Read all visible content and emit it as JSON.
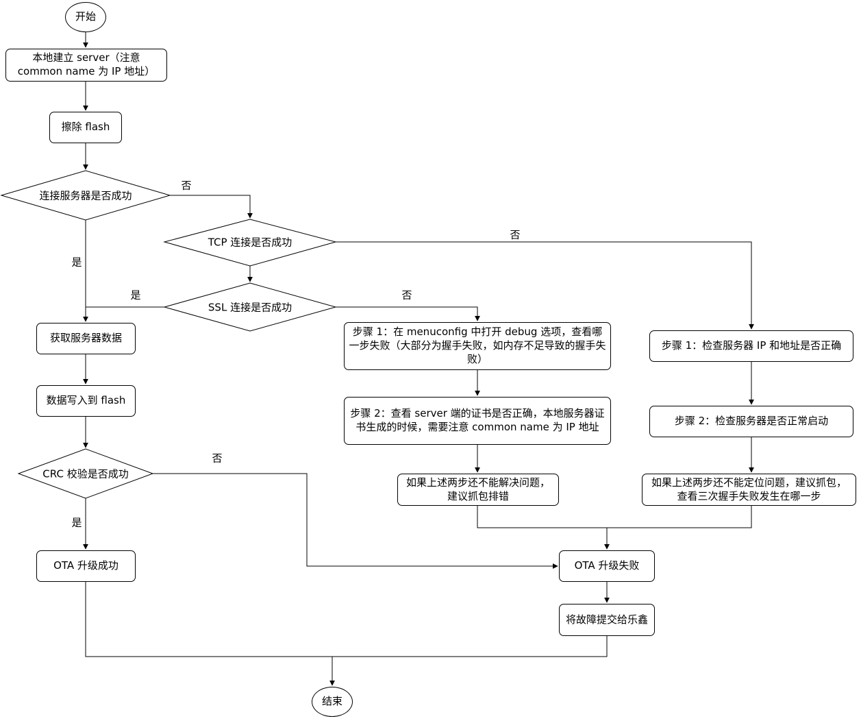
{
  "diagram": {
    "colors": {
      "stroke": "#000000",
      "node_fill": "#ffffff",
      "background": "#ffffff"
    },
    "nodes": {
      "start": {
        "label": "开始",
        "type": "terminal"
      },
      "build_server": {
        "label": "本地建立 server（注意 common name 为 IP 地址）",
        "type": "process"
      },
      "erase_flash": {
        "label": "擦除 flash",
        "type": "process"
      },
      "connect_server": {
        "label": "连接服务器是否成功",
        "type": "decision"
      },
      "tcp_connect": {
        "label": "TCP 连接是否成功",
        "type": "decision"
      },
      "ssl_connect": {
        "label": "SSL 连接是否成功",
        "type": "decision"
      },
      "get_data": {
        "label": "获取服务器数据",
        "type": "process"
      },
      "write_flash": {
        "label": "数据写入到 flash",
        "type": "process"
      },
      "crc_check": {
        "label": "CRC 校验是否成功",
        "type": "decision"
      },
      "ota_success": {
        "label": "OTA 升级成功",
        "type": "process"
      },
      "ssl_step1": {
        "label": "步骤 1：在 menuconfig 中打开 debug 选项，查看哪一步失败（大部分为握手失败，如内存不足导致的握手失败）",
        "type": "process"
      },
      "ssl_step2": {
        "label": "步骤 2：查看 server 端的证书是否正确，本地服务器证书生成的时候，需要注意 common name 为 IP 地址",
        "type": "process"
      },
      "ssl_step3": {
        "label": "如果上述两步还不能解决问题，建议抓包排错",
        "type": "process"
      },
      "tcp_step1": {
        "label": "步骤 1：检查服务器 IP 和地址是否正确",
        "type": "process"
      },
      "tcp_step2": {
        "label": "步骤 2：检查服务器是否正常启动",
        "type": "process"
      },
      "tcp_step3": {
        "label": "如果上述两步还不能定位问题，建议抓包，查看三次握手失败发生在哪一步",
        "type": "process"
      },
      "ota_fail": {
        "label": "OTA 升级失败",
        "type": "process"
      },
      "submit_espressif": {
        "label": "将故障提交给乐鑫",
        "type": "process"
      },
      "end": {
        "label": "结束",
        "type": "terminal"
      }
    },
    "edge_labels": {
      "connect_no": "否",
      "connect_yes": "是",
      "tcp_no": "否",
      "ssl_yes": "是",
      "ssl_no": "否",
      "crc_no": "否",
      "crc_yes": "是"
    }
  }
}
